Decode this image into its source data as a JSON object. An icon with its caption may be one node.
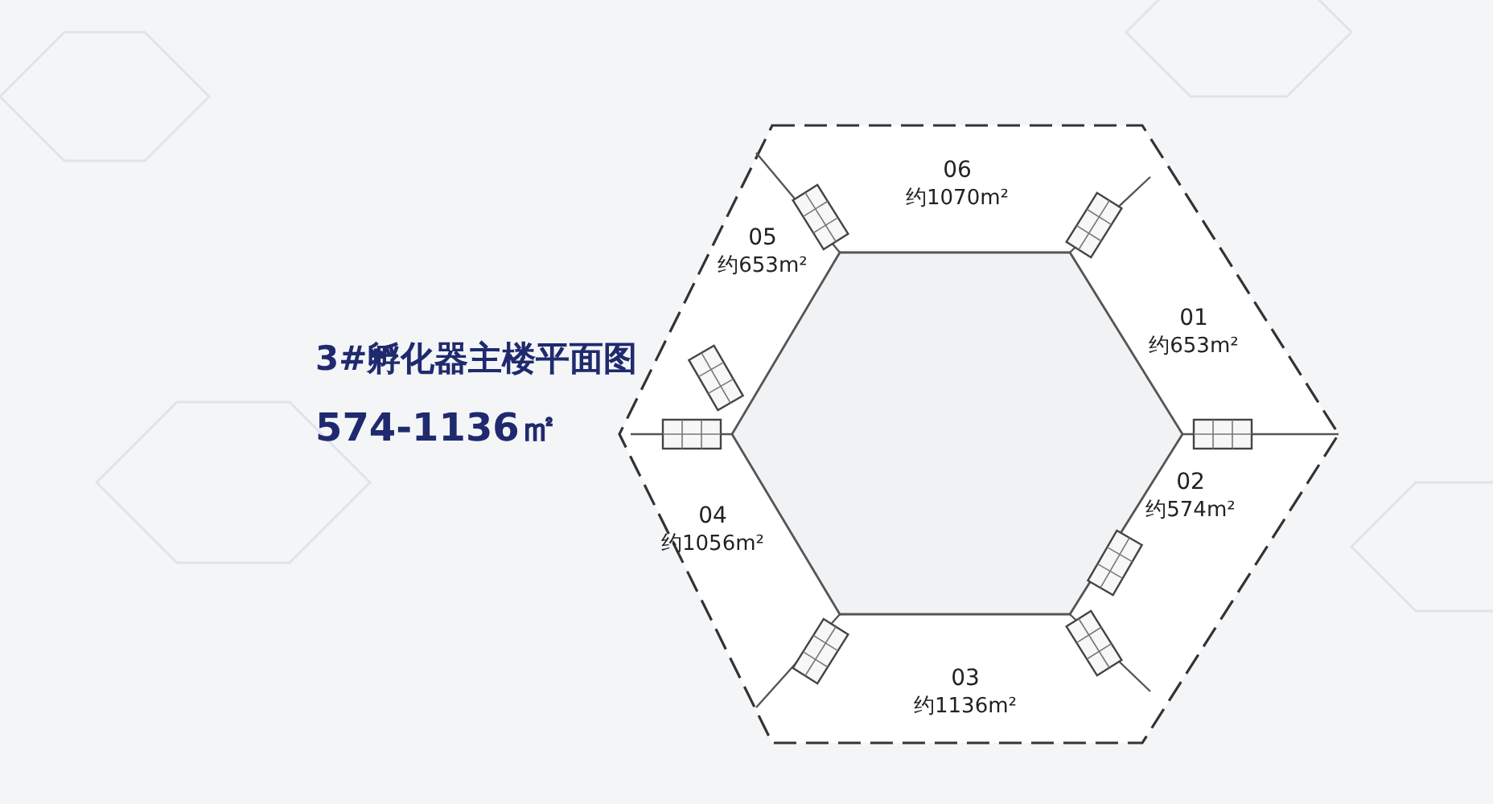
{
  "diagram": {
    "title": "3#孵化器主楼平面图",
    "nodes": [
      {
        "text": [
          "06",
          "约1070m²"
        ]
      },
      {
        "text": [
          "05",
          "约653m²"
        ]
      },
      {
        "text": [
          "01",
          "约653m²"
        ]
      },
      {
        "text": [
          "02",
          "约574m²"
        ]
      },
      {
        "text": [
          "04",
          "约1056m²"
        ]
      },
      {
        "text": [
          "03",
          "约1136m²"
        ]
      }
    ],
    "labels": [
      "574-1136㎡"
    ]
  }
}
